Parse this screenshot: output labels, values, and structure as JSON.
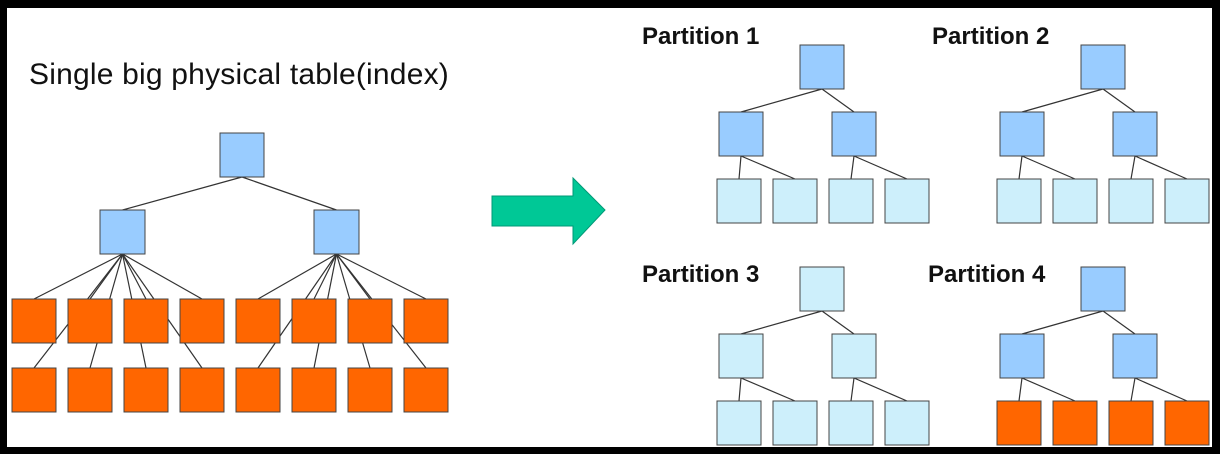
{
  "diagram": {
    "title": "Single big physical table(index)",
    "partitions": [
      {
        "label": "Partition 1"
      },
      {
        "label": "Partition 2"
      },
      {
        "label": "Partition 3"
      },
      {
        "label": "Partition 4"
      }
    ]
  },
  "colors": {
    "background": "#ffffff",
    "frame": "#000000",
    "node_blue": "#99ccff",
    "node_light_blue": "#cdeffb",
    "node_orange": "#ff6600",
    "node_border": "#444444",
    "edge": "#333333",
    "arrow": "#00c896"
  }
}
